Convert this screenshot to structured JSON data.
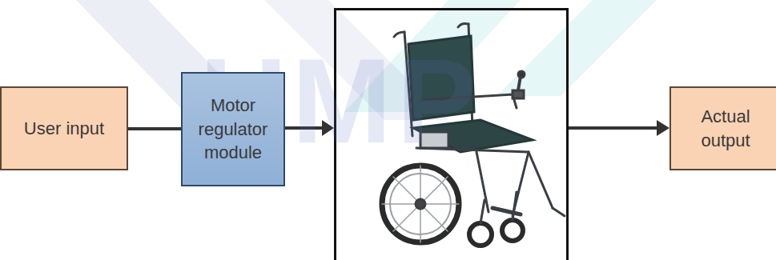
{
  "diagram": {
    "nodes": [
      {
        "text": [
          "User input"
        ]
      },
      {
        "text": [
          "Motor regulator module"
        ]
      },
      {
        "text": [
          "Actual output"
        ]
      }
    ],
    "edges": [
      {
        "from": 0,
        "to": 1,
        "arrow": "none"
      }
    ],
    "labels": [
      "UMP"
    ]
  }
}
